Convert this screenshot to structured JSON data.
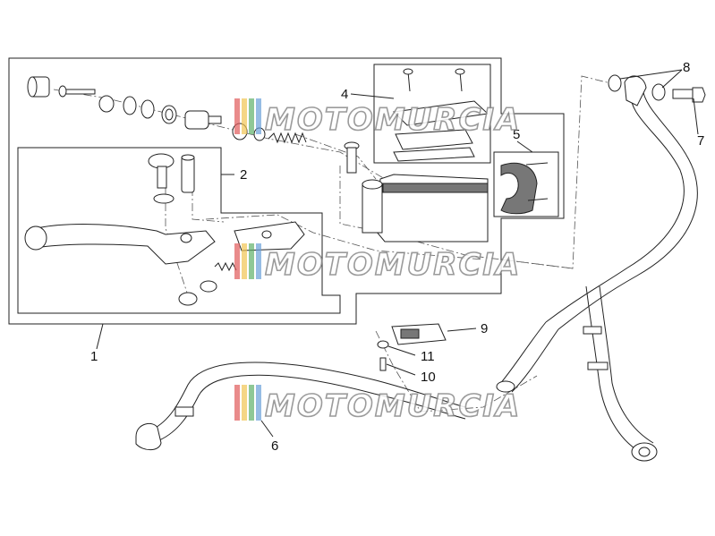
{
  "diagram": {
    "callouts": [
      {
        "id": "1",
        "label": "1"
      },
      {
        "id": "2",
        "label": "2"
      },
      {
        "id": "4",
        "label": "4"
      },
      {
        "id": "5",
        "label": "5"
      },
      {
        "id": "6",
        "label": "6"
      },
      {
        "id": "7",
        "label": "7"
      },
      {
        "id": "8",
        "label": "8"
      },
      {
        "id": "9",
        "label": "9"
      },
      {
        "id": "10",
        "label": "10"
      },
      {
        "id": "11",
        "label": "11"
      }
    ],
    "watermark": {
      "text": "MOTOMURCIA",
      "stripe_colors": [
        "#e05a5a",
        "#f1c552",
        "#5fb06a",
        "#6aa0d8"
      ]
    }
  }
}
